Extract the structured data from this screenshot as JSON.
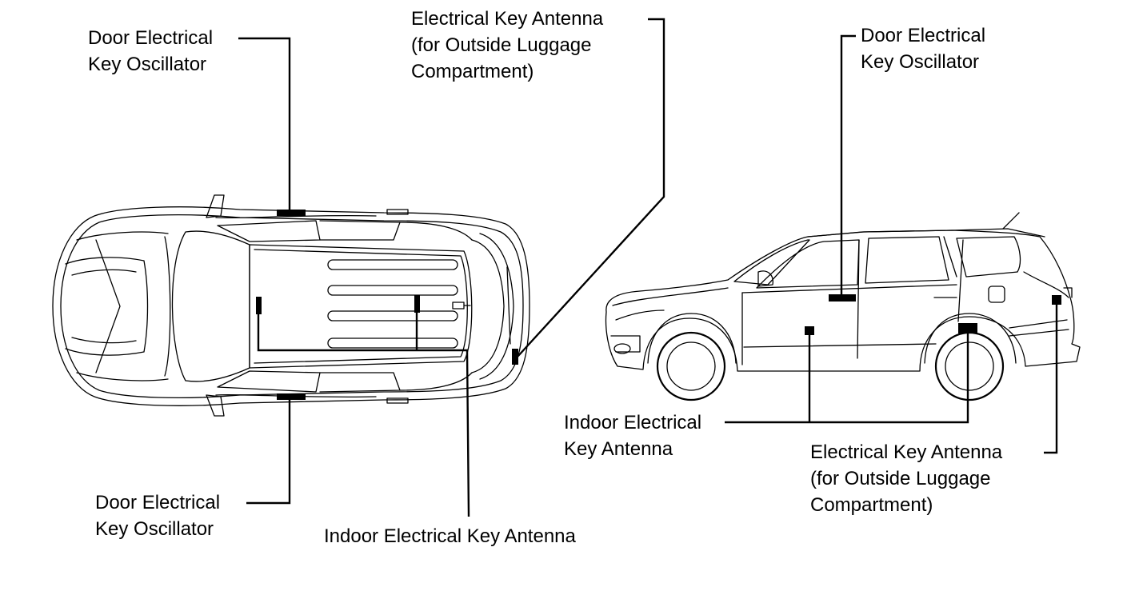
{
  "labels": {
    "top_door_oscillator": [
      "Door Electrical",
      "Key Oscillator"
    ],
    "top_luggage_antenna": [
      "Electrical Key Antenna",
      "(for Outside Luggage",
      "Compartment)"
    ],
    "bottom_door_oscillator": [
      "Door Electrical",
      "Key Oscillator"
    ],
    "top_indoor_antenna": [
      "Indoor Electrical Key Antenna"
    ],
    "side_door_oscillator": [
      "Door Electrical",
      "Key Oscillator"
    ],
    "side_indoor_antenna": [
      "Indoor Electrical",
      "Key Antenna"
    ],
    "side_luggage_antenna": [
      "Electrical Key Antenna",
      "(for Outside Luggage",
      "Compartment)"
    ]
  }
}
